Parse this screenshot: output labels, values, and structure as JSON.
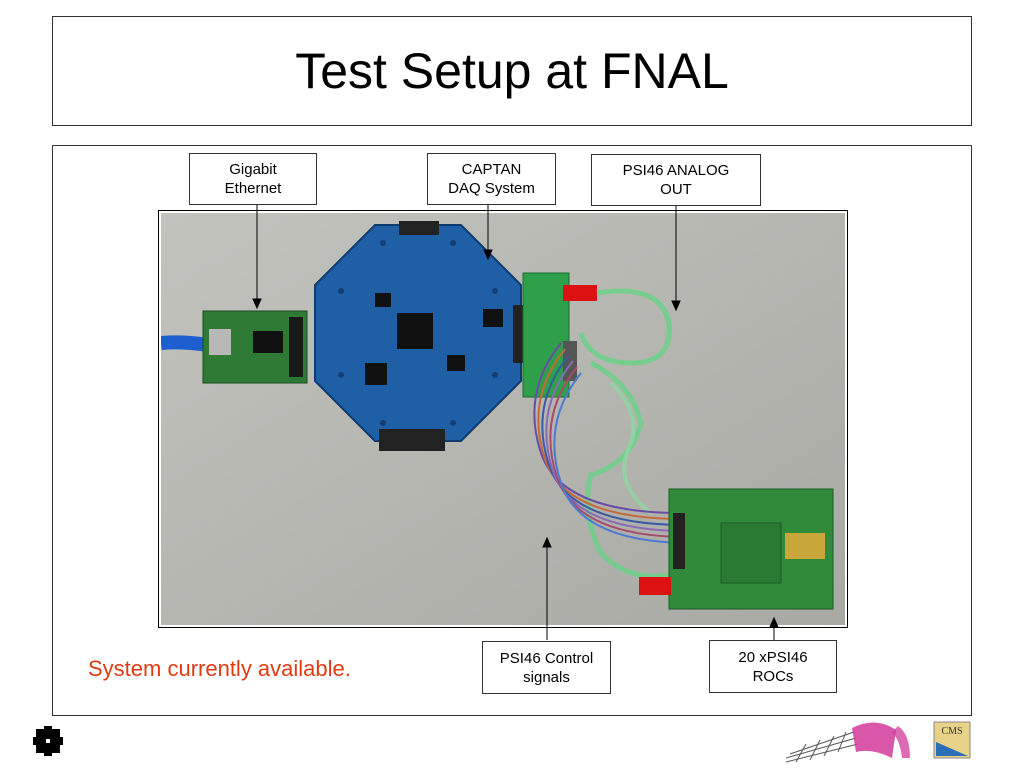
{
  "slide": {
    "title": "Test Setup at FNAL",
    "status_text": "System currently available."
  },
  "callouts": {
    "gigabit": [
      "Gigabit",
      "Ethernet"
    ],
    "captan": [
      "CAPTAN",
      "DAQ System"
    ],
    "analog": [
      "PSI46 ANALOG",
      "OUT"
    ],
    "control": [
      "PSI46 Control",
      "signals"
    ],
    "rocs": [
      "20 xPSI46",
      "ROCs"
    ]
  },
  "colors": {
    "status_text": "#e33a12",
    "board_blue": "#1f5fa6",
    "board_green": "#2f8a3a",
    "background_gray": "#b9b9b4"
  },
  "photo": {
    "description_icon": "hardware-photo"
  },
  "logos": {
    "fermilab": "fermilab-logo-icon",
    "cms": "cms-logo-icon",
    "cms_text": "CMS"
  }
}
